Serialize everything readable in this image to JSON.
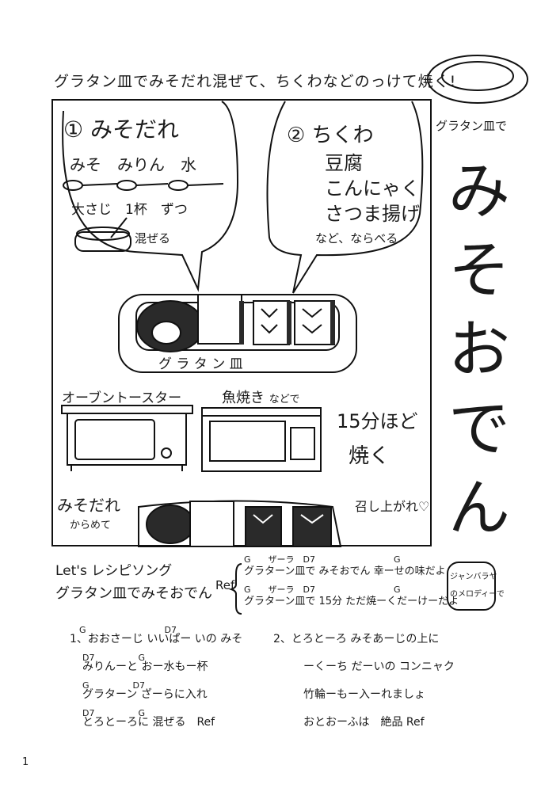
{
  "header": {
    "instruction": "グラタン皿でみそだれ混ぜて、ちくわなどのっけて焼く!"
  },
  "side": {
    "dish_label": "グラタン皿で",
    "title_chars": [
      "み",
      "そ",
      "お",
      "で",
      "ん"
    ]
  },
  "step1": {
    "title": "① みそだれ",
    "ingredients": "みそ　みりん　水",
    "amount": "大さじ　1杯　ずつ",
    "mix": "混ぜる"
  },
  "step2": {
    "title": "② ちくわ",
    "items": [
      "豆腐",
      "こんにゃく",
      "さつま揚げ"
    ],
    "note": "など、ならべる"
  },
  "dish": {
    "label": "グ ラ タ ン 皿"
  },
  "cook": {
    "toaster": "オーブントースター",
    "grill": "魚焼き",
    "grill_note": "などで",
    "time": "15分ほど",
    "bake": "焼く"
  },
  "finish": {
    "sauce": "みそだれ",
    "sauce_note": "からめて",
    "enjoy": "召し上がれ♡"
  },
  "song": {
    "title_line1": "Let's レシピソング",
    "title_line2": "グラタン皿でみそおでん",
    "ref_label": "Ref",
    "ref_lines": [
      {
        "chords": "G　　ザーラ　D7　　　　　　　　　G",
        "text": "グラターン皿で みそおでん 幸ーせの味だよ"
      },
      {
        "chords": "G　　ザーラ　D7　　　　　　　　　G",
        "text": "グラターン皿で 15分 ただ焼ーくだーけーだよ"
      }
    ],
    "melody_note": [
      "ジャンバラヤ",
      "のメロディーで"
    ],
    "verse1": [
      {
        "chords": "G　　　　　　　　　D7",
        "text": "1、おおさーじ いいぱー いの みそ"
      },
      {
        "chords": "D7　　　　　G",
        "text": "みりんーと おー水もー杯"
      },
      {
        "chords": "G　　　　　D7",
        "text": "グラターン ざーらに入れ"
      },
      {
        "chords": "D7　　　　　G",
        "text": "とろとーろに 混ぜる　Ref"
      }
    ],
    "verse2": [
      "2、とろとーろ みそあーじの上に",
      "ーくーち だーいの コンニャク",
      "竹輪ーもー入ーれましょ",
      "おとおーふは　絶品 Ref"
    ]
  },
  "page_number": "1"
}
